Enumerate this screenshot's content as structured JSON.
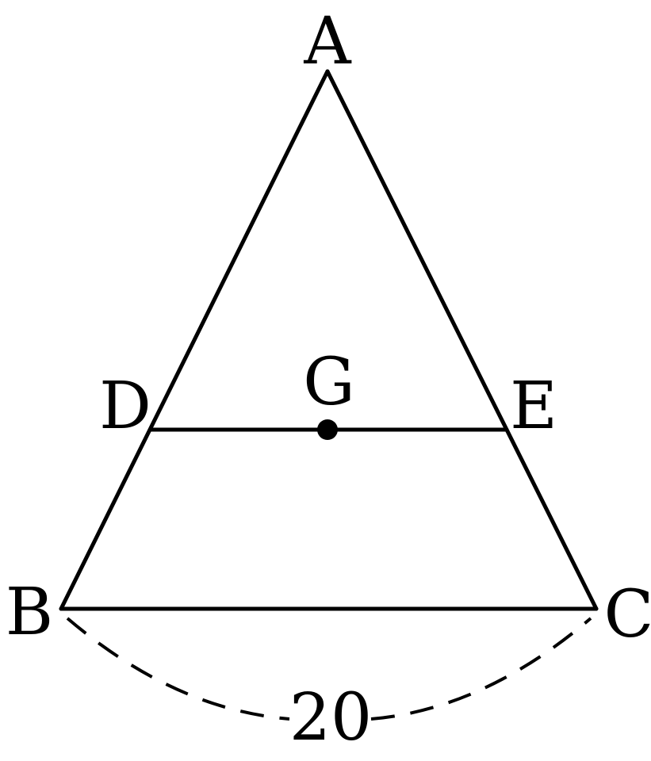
{
  "points": {
    "A": "A",
    "B": "B",
    "C": "C",
    "D": "D",
    "E": "E",
    "G": "G"
  },
  "dimension": {
    "BC": "20"
  },
  "colors": {
    "stroke": "#000000",
    "background": "#ffffff"
  }
}
